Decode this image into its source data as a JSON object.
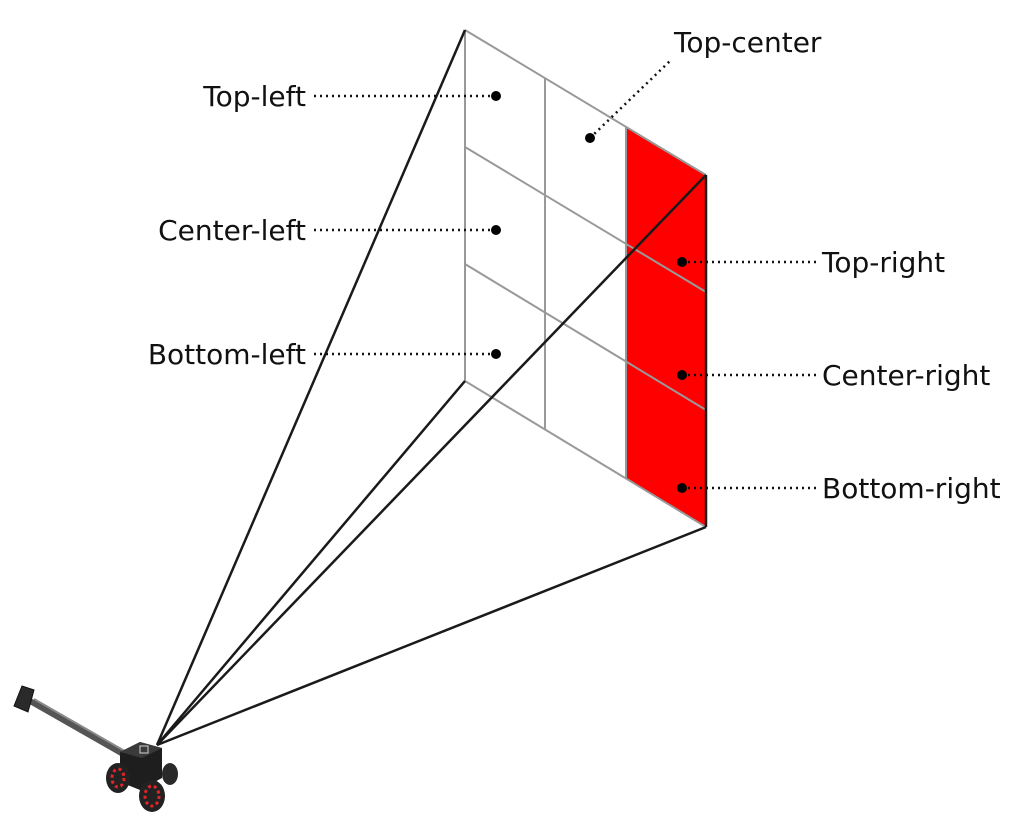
{
  "labels": {
    "top_left": "Top-left",
    "top_center": "Top-center",
    "center_left": "Center-left",
    "bottom_left": "Bottom-left",
    "top_right": "Top-right",
    "center_right": "Center-right",
    "bottom_right": "Bottom-right"
  },
  "colors": {
    "highlight": "#ff0000",
    "frustum_line": "#1a1a1a",
    "grid_line": "#999999",
    "robot_body": "#1e1e1e",
    "robot_wheel_accent": "#e0262a"
  },
  "highlighted_column": "right"
}
